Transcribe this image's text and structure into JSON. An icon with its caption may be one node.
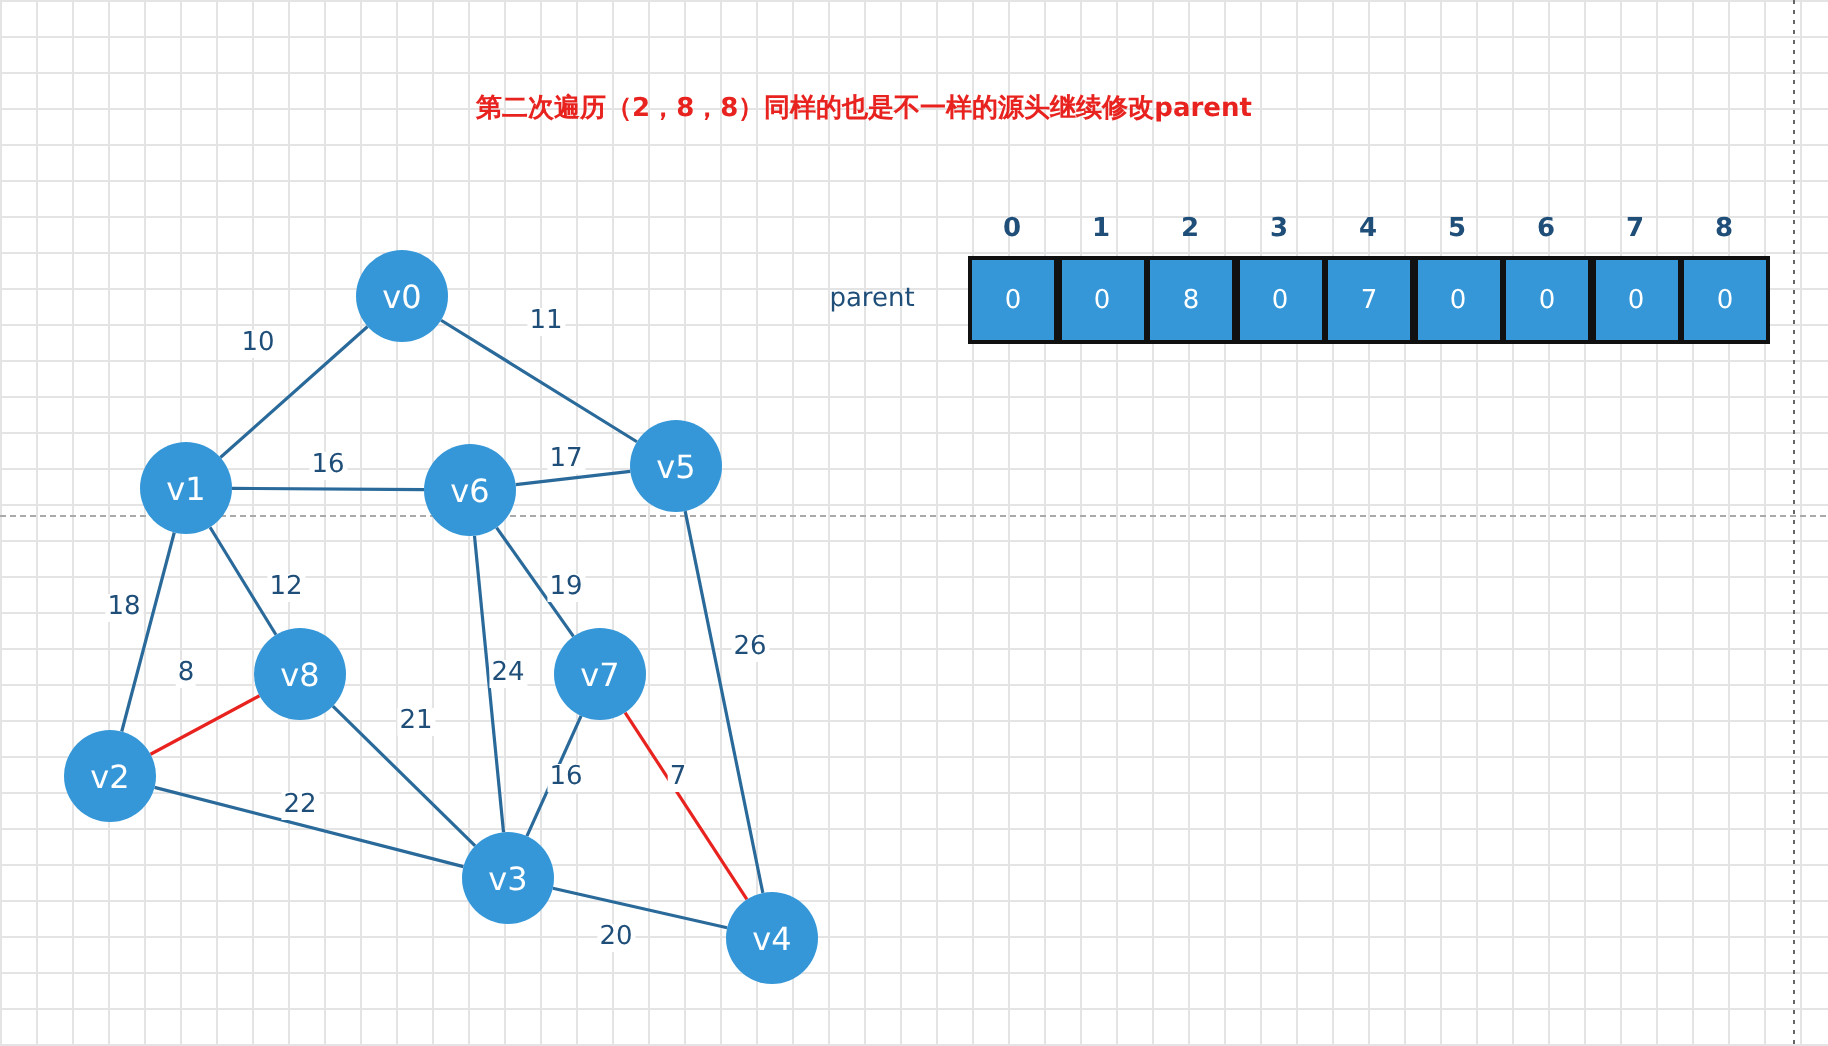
{
  "diagram": {
    "title": "第二次遍历（2，8，8）同样的也是不一样的源头继续修改parent",
    "nodes": [
      {
        "text": [
          "v0"
        ]
      },
      {
        "text": [
          "v1"
        ]
      },
      {
        "text": [
          "v6"
        ]
      },
      {
        "text": [
          "v5"
        ]
      },
      {
        "text": [
          "v8"
        ]
      },
      {
        "text": [
          "v7"
        ]
      },
      {
        "text": [
          "v2"
        ]
      },
      {
        "text": [
          "v3"
        ]
      },
      {
        "text": [
          "v4"
        ]
      },
      {
        "text": [
          "0"
        ]
      },
      {
        "text": [
          "0"
        ]
      },
      {
        "text": [
          "8"
        ]
      },
      {
        "text": [
          "0"
        ]
      },
      {
        "text": [
          "7"
        ]
      },
      {
        "text": [
          "0"
        ]
      },
      {
        "text": [
          "0"
        ]
      },
      {
        "text": [
          "0"
        ]
      },
      {
        "text": [
          "0"
        ]
      }
    ],
    "edges": [
      {
        "from": 0,
        "to": 1,
        "arrow": "none",
        "label": "10"
      },
      {
        "from": 0,
        "to": 3,
        "arrow": "none",
        "label": "11"
      },
      {
        "from": 1,
        "to": 2,
        "arrow": "none",
        "label": "16"
      },
      {
        "from": 2,
        "to": 3,
        "arrow": "none",
        "label": "17"
      },
      {
        "from": 1,
        "to": 6,
        "arrow": "none",
        "label": "18"
      },
      {
        "from": 1,
        "to": 4,
        "arrow": "none",
        "label": "12"
      },
      {
        "from": 4,
        "to": 6,
        "arrow": "none",
        "label": "8",
        "color": "#e8231f"
      },
      {
        "from": 4,
        "to": 7,
        "arrow": "none",
        "label": "21"
      },
      {
        "from": 2,
        "to": 5,
        "arrow": "none",
        "label": "19"
      },
      {
        "from": 2,
        "to": 7,
        "arrow": "none",
        "label": "24"
      },
      {
        "from": 3,
        "to": 8,
        "arrow": "none",
        "label": "26"
      },
      {
        "from": 5,
        "to": 7,
        "arrow": "none",
        "label": "16"
      },
      {
        "from": 5,
        "to": 8,
        "arrow": "none",
        "label": "7",
        "color": "#e8231f"
      },
      {
        "from": 6,
        "to": 7,
        "arrow": "none",
        "label": "22"
      },
      {
        "from": 7,
        "to": 8,
        "arrow": "none",
        "label": "20"
      }
    ],
    "labels": [
      "0",
      "1",
      "2",
      "3",
      "4",
      "5",
      "6",
      "7",
      "8",
      "parent"
    ]
  }
}
